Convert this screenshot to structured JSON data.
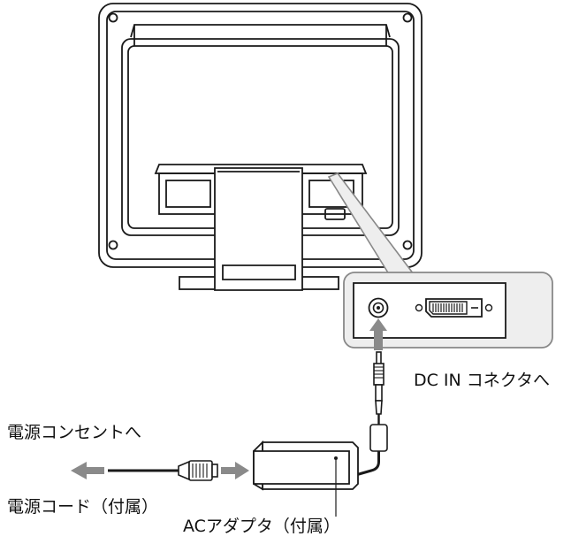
{
  "labels": {
    "dc_in_connector": "DC IN コネクタへ",
    "power_outlet": "電源コンセントへ",
    "power_cord": "電源コード（付属）",
    "ac_adapter": "ACアダプタ（付属）"
  },
  "colors": {
    "line": "#1a1a1a",
    "callout_fill": "#eeeeee",
    "callout_stroke": "#888888",
    "arrow_gray": "#8a8a8a"
  }
}
